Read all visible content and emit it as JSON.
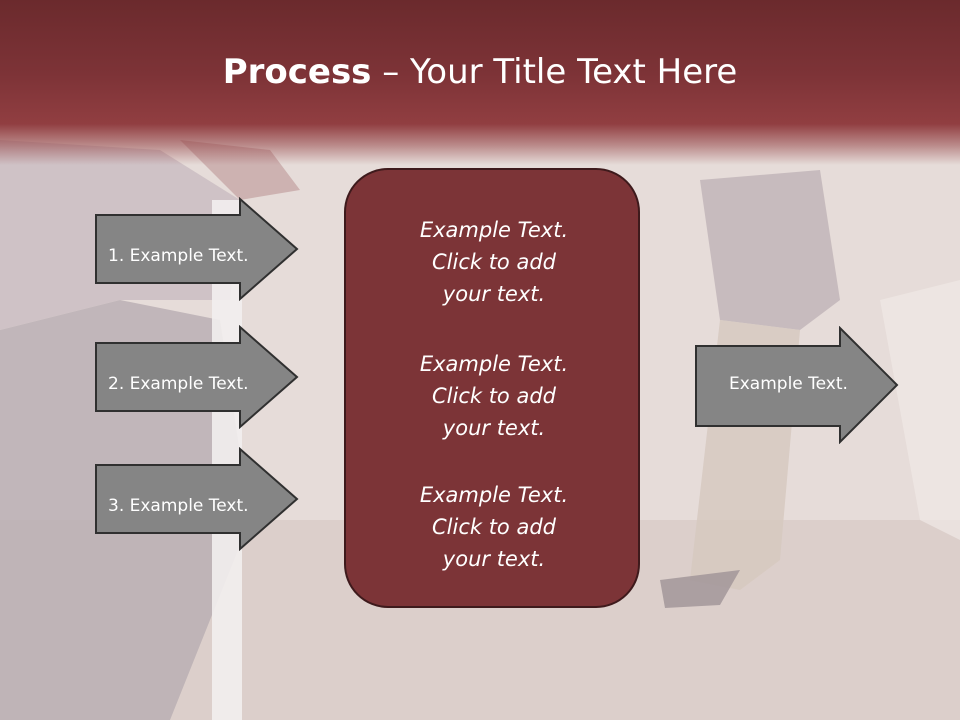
{
  "slide": {
    "title_strong": "Process",
    "title_rest": " – Your Title Text Here",
    "left_arrows": [
      {
        "label": "1. Example Text."
      },
      {
        "label": "2. Example Text."
      },
      {
        "label": "3. Example Text."
      }
    ],
    "center_blocks": [
      {
        "line1": "Example Text.",
        "line2": "Click  to add",
        "line3": "your text."
      },
      {
        "line1": "Example Text.",
        "line2": "Click  to add",
        "line3": "your text."
      },
      {
        "line1": "Example Text.",
        "line2": "Click  to add",
        "line3": "your text."
      }
    ],
    "right_arrow": {
      "label": "Example Text."
    },
    "colors": {
      "header": "#7d3337",
      "center_box": "#7c3437",
      "arrow_fill": "#858585",
      "arrow_stroke": "#303030"
    }
  }
}
